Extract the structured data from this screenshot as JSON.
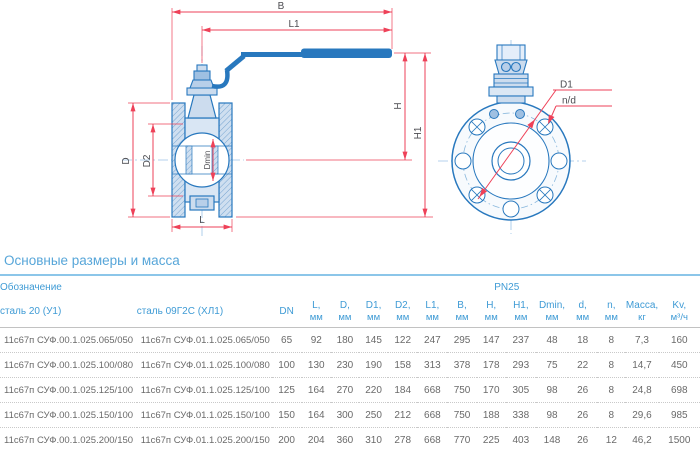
{
  "title": "Основные размеры и масса",
  "drawing": {
    "labels": {
      "b": "B",
      "l1": "L1",
      "h": "H",
      "h1": "H1",
      "d": "D",
      "d2": "D2",
      "dmin": "Dmin",
      "l": "L",
      "d1": "D1",
      "nd": "n/d"
    }
  },
  "table": {
    "designation_header": "Обозначение",
    "pn_header": "PN25",
    "columns": [
      {
        "label": "сталь 20 (У1)",
        "unit": ""
      },
      {
        "label": "сталь 09Г2С (ХЛ1)",
        "unit": ""
      },
      {
        "label": "DN",
        "unit": ""
      },
      {
        "label": "L,",
        "unit": "мм"
      },
      {
        "label": "D,",
        "unit": "мм"
      },
      {
        "label": "D1,",
        "unit": "мм"
      },
      {
        "label": "D2,",
        "unit": "мм"
      },
      {
        "label": "L1,",
        "unit": "мм"
      },
      {
        "label": "B,",
        "unit": "мм"
      },
      {
        "label": "H,",
        "unit": "мм"
      },
      {
        "label": "H1,",
        "unit": "мм"
      },
      {
        "label": "Dmin,",
        "unit": "мм"
      },
      {
        "label": "d,",
        "unit": "мм"
      },
      {
        "label": "n,",
        "unit": "мм"
      },
      {
        "label": "Масса,",
        "unit": "кг"
      },
      {
        "label": "Kv,",
        "unit": "м³/ч"
      }
    ],
    "rows": [
      [
        "11с67п СУФ.00.1.025.065/050",
        "11с67п СУФ.01.1.025.065/050",
        "65",
        "92",
        "180",
        "145",
        "122",
        "247",
        "295",
        "147",
        "237",
        "48",
        "18",
        "8",
        "7,3",
        "160"
      ],
      [
        "11с67п СУФ.00.1.025.100/080",
        "11с67п СУФ.01.1.025.100/080",
        "100",
        "130",
        "230",
        "190",
        "158",
        "313",
        "378",
        "178",
        "293",
        "75",
        "22",
        "8",
        "14,7",
        "450"
      ],
      [
        "11с67п СУФ.00.1.025.125/100",
        "11с67п СУФ.01.1.025.125/100",
        "125",
        "164",
        "270",
        "220",
        "184",
        "668",
        "750",
        "170",
        "305",
        "98",
        "26",
        "8",
        "24,8",
        "698"
      ],
      [
        "11с67п СУФ.00.1.025.150/100",
        "11с67п СУФ.01.1.025.150/100",
        "150",
        "164",
        "300",
        "250",
        "212",
        "668",
        "750",
        "188",
        "338",
        "98",
        "26",
        "8",
        "29,6",
        "985"
      ],
      [
        "11с67п СУФ.00.1.025.200/150",
        "11с67п СУФ.01.1.025.200/150",
        "200",
        "204",
        "360",
        "310",
        "278",
        "668",
        "770",
        "225",
        "403",
        "148",
        "26",
        "12",
        "46,2",
        "1500"
      ]
    ]
  },
  "colors": {
    "drawing_blue": "#2878be",
    "drawing_fill": "#ccdcee",
    "dimension_red": "#ee4158",
    "title_blue": "#57a6d9",
    "header_blue": "#3f9bd5",
    "data_gray": "#6a6a6a"
  }
}
